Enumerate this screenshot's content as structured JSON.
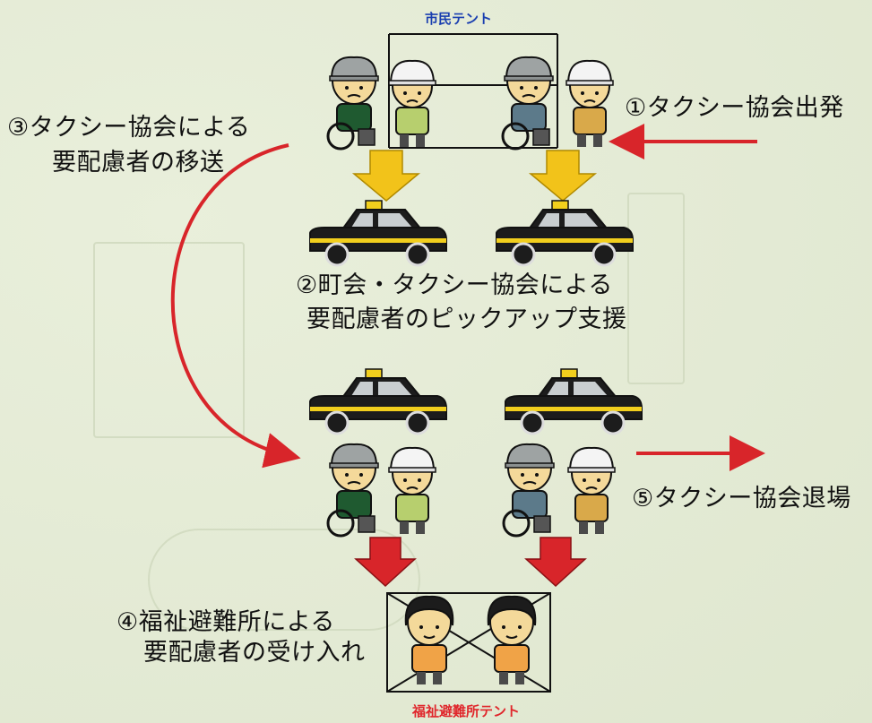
{
  "tents": {
    "civic": {
      "label": "市民テント",
      "color": "#1a3fb0"
    },
    "welfare": {
      "label": "福祉避難所テント",
      "color": "#e0262b"
    }
  },
  "steps": {
    "s1": "①タクシー協会出発",
    "s2_line1": "②町会・タクシー協会による",
    "s2_line2": "要配慮者のピックアップ支援",
    "s3_line1": "③タクシー協会による",
    "s3_line2": "要配慮者の移送",
    "s4_line1": "④福祉避難所による",
    "s4_line2": "要配慮者の受け入れ",
    "s5": "⑤タクシー協会退場"
  },
  "colors": {
    "taxi_body": "#1c1c1c",
    "taxi_stripe": "#f2cf1d",
    "arrow_yellow": "#f2c31a",
    "arrow_red": "#d8252a",
    "flow_red": "#d8252a",
    "helmet": "#9ea3a3",
    "white_helmet": "#f4f4f4",
    "skin": "#f4d99a",
    "shirt_green": "#b7cf6e",
    "shirt_tan": "#d9a94a",
    "shirt_orange": "#f0a347"
  }
}
